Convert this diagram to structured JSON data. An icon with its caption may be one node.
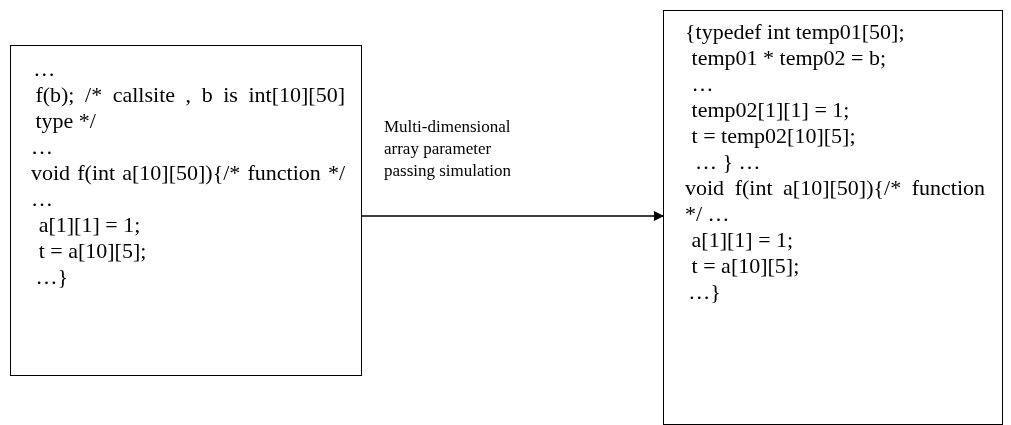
{
  "diagram": {
    "nodes": [
      {
        "text": [
          "…",
          "f(b); /* callsite , b is int[10][50] type */",
          "…",
          "void f(int a[10][50]){/* function */ …",
          "a[1][1] = 1;",
          "t = a[10][5];",
          "…}"
        ]
      },
      {
        "text": [
          "{typedef int temp01[50];",
          "temp01 * temp02 = b;",
          "…",
          "temp02[1][1] = 1;",
          "t = temp02[10][5];",
          "… } …",
          "void f(int a[10][50]){/* function */ …",
          "a[1][1] = 1;",
          "t = a[10][5];",
          "…}"
        ]
      }
    ],
    "edges": [
      {
        "from": 0,
        "to": 1,
        "arrow": "to",
        "label": "Multi-dimensional array parameter passing simulation"
      }
    ]
  }
}
